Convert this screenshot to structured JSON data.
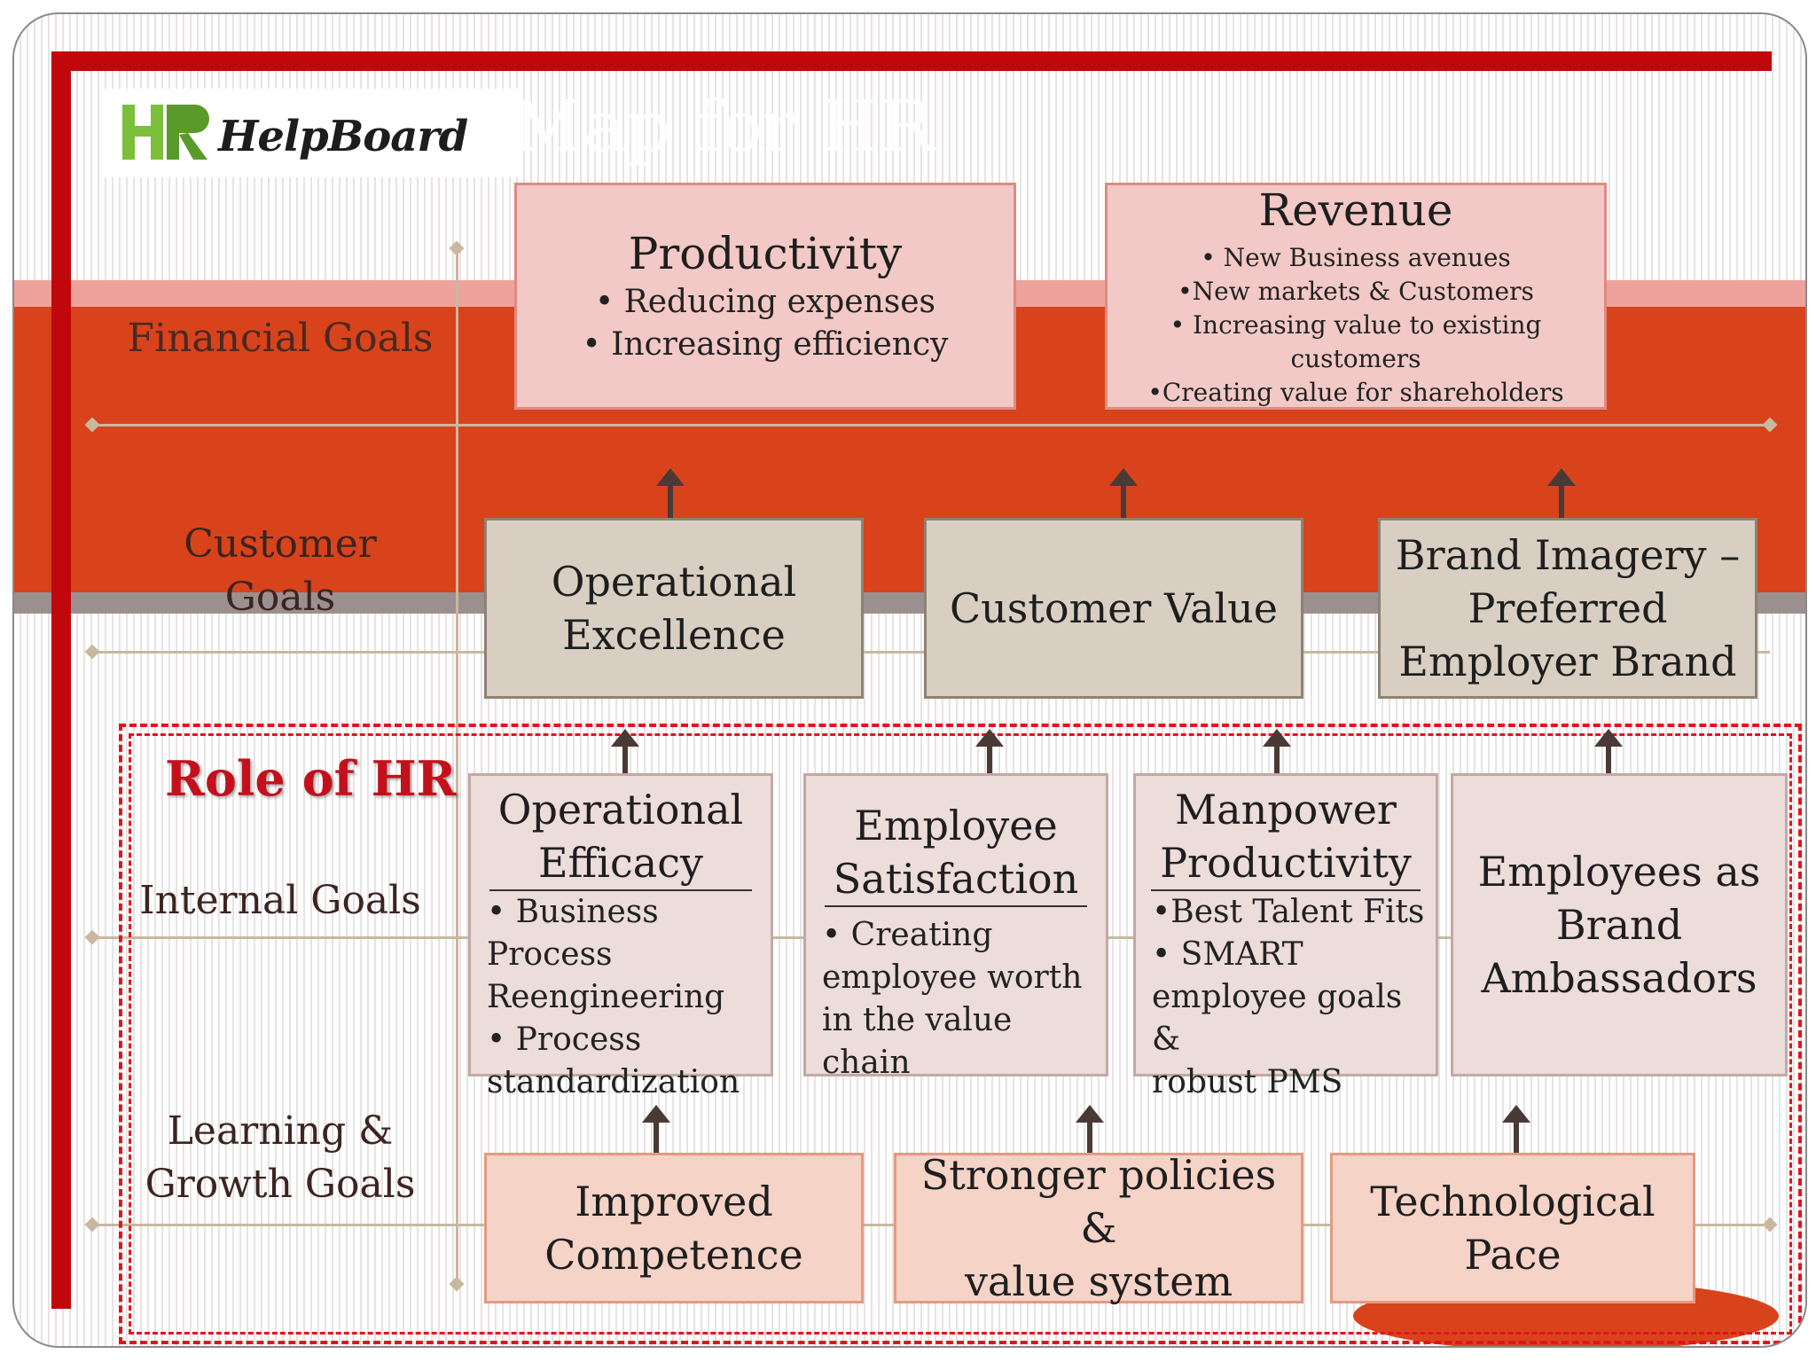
{
  "logo": {
    "text": "HelpBoard",
    "mark_letters": "HR",
    "colors": [
      "#7bbf3a",
      "#5a9a2a"
    ]
  },
  "header_ghost": "Map for HR",
  "row_labels": {
    "financial": "Financial Goals",
    "customer_line1": "Customer",
    "customer_line2": "Goals",
    "internal": "Internal Goals",
    "learning_line1": "Learning &",
    "learning_line2": "Growth Goals"
  },
  "role_of_hr": "Role of HR",
  "financial": {
    "productivity": {
      "title": "Productivity",
      "bullets": [
        "• Reducing expenses",
        "• Increasing efficiency"
      ]
    },
    "revenue": {
      "title": "Revenue",
      "bullets": [
        "• New Business avenues",
        "•New markets & Customers",
        "• Increasing value to existing customers",
        "•Creating value for shareholders"
      ]
    }
  },
  "customer": {
    "op_excellence": [
      "Operational",
      "Excellence"
    ],
    "customer_value": "Customer Value",
    "brand": [
      "Brand Imagery –",
      "Preferred",
      "Employer Brand"
    ]
  },
  "internal": {
    "op_efficacy": {
      "title": [
        "Operational",
        "Efficacy"
      ],
      "bullets": [
        "• Business Process",
        "Reengineering",
        "• Process",
        "standardization"
      ]
    },
    "emp_satisfaction": {
      "title": [
        "Employee",
        "Satisfaction"
      ],
      "bullets": [
        "• Creating",
        "employee worth",
        "in the value chain"
      ]
    },
    "manpower": {
      "title": [
        "Manpower",
        "Productivity"
      ],
      "bullets": [
        "•Best Talent Fits",
        "• SMART",
        "employee goals &",
        "robust PMS"
      ]
    },
    "ambassadors": [
      "Employees as",
      "Brand",
      "Ambassadors"
    ]
  },
  "learning": {
    "competence": [
      "Improved",
      "Competence"
    ],
    "policies": [
      "Stronger policies &",
      "value system"
    ],
    "tech": [
      "Technological",
      "Pace"
    ]
  },
  "colors": {
    "accent_red": "#c0080c",
    "band_red": "#d8431b",
    "role_red": "#c4101c"
  }
}
